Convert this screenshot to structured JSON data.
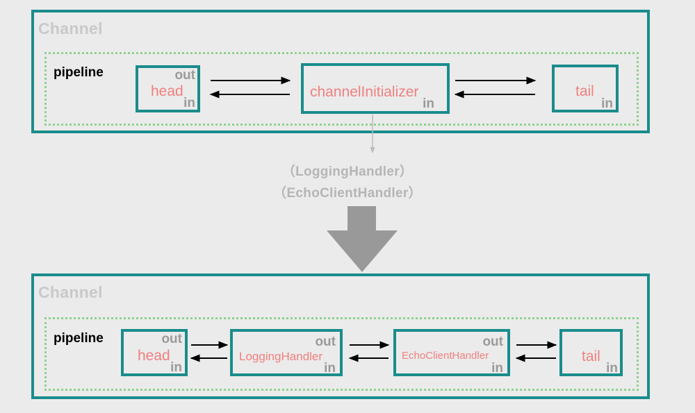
{
  "before": {
    "channel_label": "Channel",
    "pipeline_label": "pipeline",
    "handlers": [
      {
        "name": "head",
        "out": "out",
        "in": "in"
      },
      {
        "name": "channelInitializer",
        "out": "",
        "in": "in"
      },
      {
        "name": "tail",
        "out": "",
        "in": "in"
      }
    ]
  },
  "added_handlers": [
    "（LoggingHandler）",
    "（EchoClientHandler）"
  ],
  "after": {
    "channel_label": "Channel",
    "pipeline_label": "pipeline",
    "handlers": [
      {
        "name": "head",
        "out": "out",
        "in": "in"
      },
      {
        "name": "LoggingHandler",
        "out": "out",
        "in": "in"
      },
      {
        "name": "EchoClientHandler",
        "out": "out",
        "in": "in"
      },
      {
        "name": "tail",
        "out": "",
        "in": "in"
      }
    ]
  },
  "colors": {
    "channel_border": "#1a8c8c",
    "pipeline_border": "#8fd18f",
    "handler_name": "#f08080",
    "direction_label": "#9a9a9a",
    "annotation": "#b5b5b5",
    "big_arrow": "#999999"
  }
}
